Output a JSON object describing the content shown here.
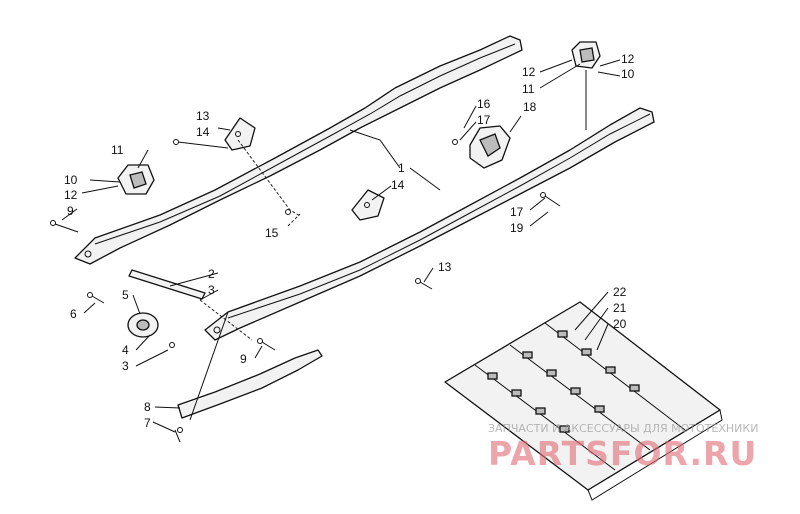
{
  "diagram": {
    "callouts": [
      {
        "id": "c-13a",
        "text": "13"
      },
      {
        "id": "c-14a",
        "text": "14"
      },
      {
        "id": "c-11a",
        "text": "11"
      },
      {
        "id": "c-10a",
        "text": "10"
      },
      {
        "id": "c-12a",
        "text": "12"
      },
      {
        "id": "c-9a",
        "text": "9"
      },
      {
        "id": "c-1",
        "text": "1"
      },
      {
        "id": "c-14b",
        "text": "14"
      },
      {
        "id": "c-15",
        "text": "15"
      },
      {
        "id": "c-13b",
        "text": "13"
      },
      {
        "id": "c-16",
        "text": "16"
      },
      {
        "id": "c-17a",
        "text": "17"
      },
      {
        "id": "c-18",
        "text": "18"
      },
      {
        "id": "c-12b",
        "text": "12"
      },
      {
        "id": "c-11b",
        "text": "11"
      },
      {
        "id": "c-12c",
        "text": "12"
      },
      {
        "id": "c-10b",
        "text": "10"
      },
      {
        "id": "c-17b",
        "text": "17"
      },
      {
        "id": "c-19",
        "text": "19"
      },
      {
        "id": "c-2",
        "text": "2"
      },
      {
        "id": "c-3a",
        "text": "3"
      },
      {
        "id": "c-5",
        "text": "5"
      },
      {
        "id": "c-6",
        "text": "6"
      },
      {
        "id": "c-4",
        "text": "4"
      },
      {
        "id": "c-3b",
        "text": "3"
      },
      {
        "id": "c-9b",
        "text": "9"
      },
      {
        "id": "c-8",
        "text": "8"
      },
      {
        "id": "c-7",
        "text": "7"
      },
      {
        "id": "c-22",
        "text": "22"
      },
      {
        "id": "c-21",
        "text": "21"
      },
      {
        "id": "c-20",
        "text": "20"
      }
    ]
  },
  "watermark": {
    "caption": "ЗАПЧАСТИ И АКСЕССУАРЫ ДЛЯ МОТОТЕХНИКИ",
    "logo": "PARTSFOR.RU"
  },
  "colors": {
    "line": "#111111",
    "part_fill": "#f2f2f2",
    "watermark_logo": "#e06b73",
    "watermark_caption": "#9a9a9a"
  }
}
